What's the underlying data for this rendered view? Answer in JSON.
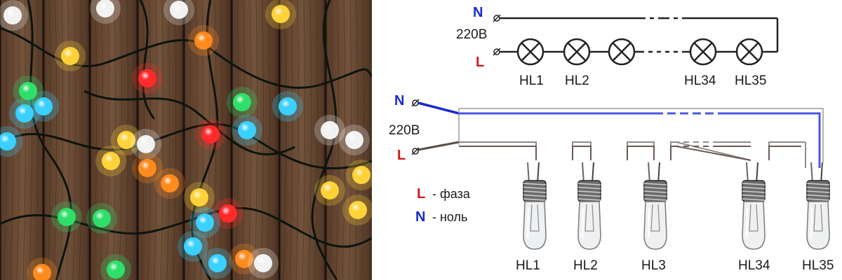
{
  "colors": {
    "neutral": "#1a2bd0",
    "phase": "#d01818",
    "wire_dark": "#2a2a2a",
    "wire_brown": "#6a5a55",
    "wood": "#6b4a32"
  },
  "schematic": {
    "neutral_label": "N",
    "phase_label": "L",
    "voltage": "220В",
    "lamps": [
      "HL1",
      "HL2",
      "HL34",
      "HL35"
    ]
  },
  "wiring": {
    "neutral_label": "N",
    "phase_label": "L",
    "voltage": "220В",
    "lamps": [
      "HL1",
      "HL2",
      "HL3",
      "HL34",
      "HL35"
    ]
  },
  "legend": [
    {
      "symbol": "L",
      "text": "- фаза"
    },
    {
      "symbol": "N",
      "text": "- ноль"
    }
  ],
  "photo": {
    "subject": "string-lights-photo",
    "bulb_colors": [
      "#ffd23a",
      "#ff8a1e",
      "#ff2a2a",
      "#2ee06a",
      "#3ad0ff",
      "#f2f2f2"
    ]
  }
}
